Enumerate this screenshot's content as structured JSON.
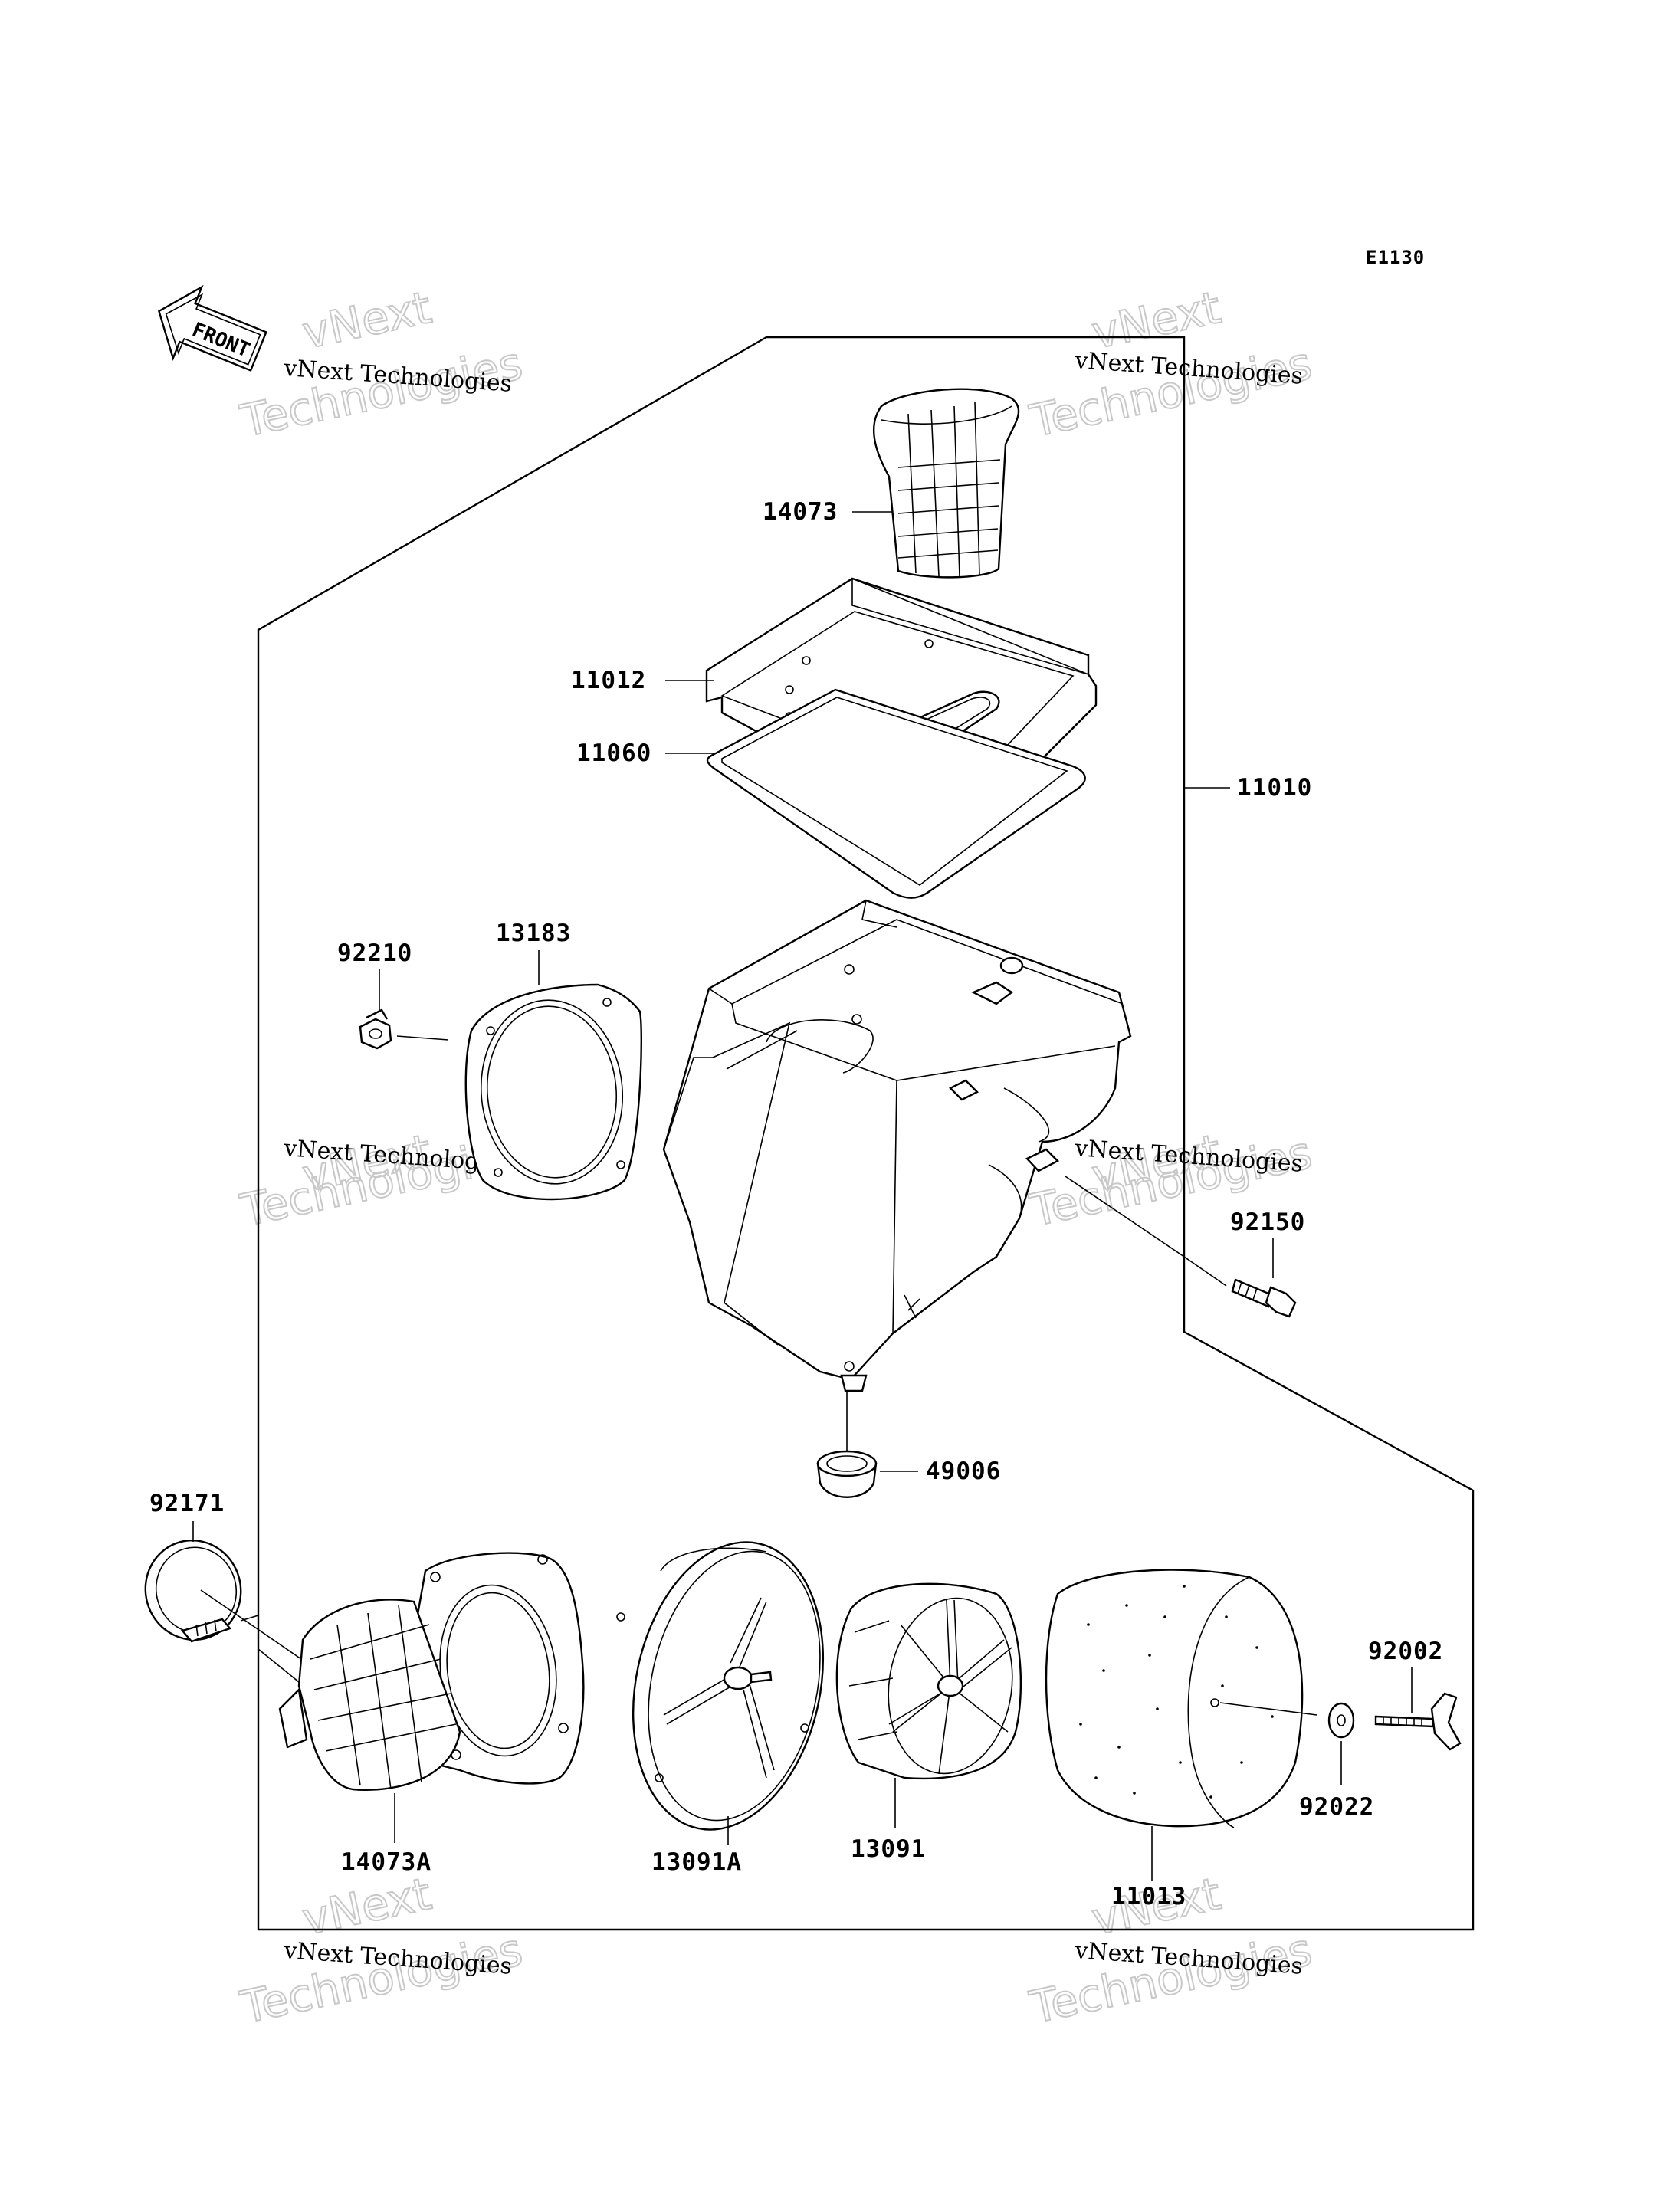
{
  "diagram": {
    "code": "E1130",
    "front_marker": "FRONT",
    "watermark_line": "vNext Technologies",
    "watermark_big_top": "vNext",
    "watermark_big_bottom": "Technologies",
    "parts": {
      "p14073": "14073",
      "p11012": "11012",
      "p11060": "11060",
      "p11010": "11010",
      "p13183": "13183",
      "p92210": "92210",
      "p92150": "92150",
      "p49006": "49006",
      "p92171": "92171",
      "p14073A": "14073A",
      "p13091A": "13091A",
      "p13091": "13091",
      "p11013": "11013",
      "p92002": "92002",
      "p92022": "92022"
    }
  }
}
